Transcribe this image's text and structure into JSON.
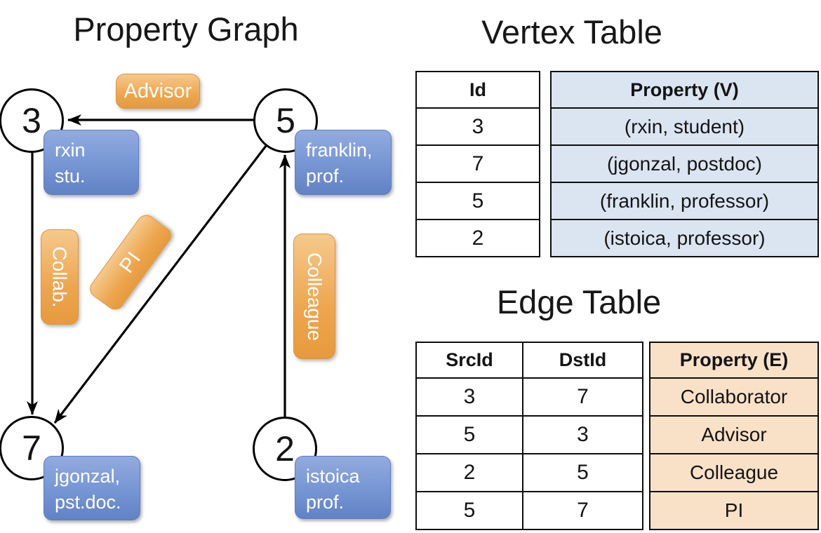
{
  "graph": {
    "title": "Property Graph",
    "nodes": [
      {
        "id": "3",
        "label_line1": "rxin",
        "label_line2": "stu."
      },
      {
        "id": "5",
        "label_line1": "franklin,",
        "label_line2": "prof."
      },
      {
        "id": "7",
        "label_line1": "jgonzal,",
        "label_line2": "pst.doc."
      },
      {
        "id": "2",
        "label_line1": "istoica",
        "label_line2": "prof."
      }
    ],
    "edge_labels": {
      "advisor": "Advisor",
      "collab": "Collab.",
      "pi": "PI",
      "colleague": "Colleague"
    }
  },
  "vertex_table": {
    "title": "Vertex Table",
    "columns": {
      "id": "Id",
      "property": "Property (V)"
    },
    "rows": [
      {
        "id": "3",
        "property": "(rxin, student)"
      },
      {
        "id": "7",
        "property": "(jgonzal, postdoc)"
      },
      {
        "id": "5",
        "property": "(franklin, professor)"
      },
      {
        "id": "2",
        "property": "(istoica, professor)"
      }
    ]
  },
  "edge_table": {
    "title": "Edge Table",
    "columns": {
      "src": "SrcId",
      "dst": "DstId",
      "property": "Property (E)"
    },
    "rows": [
      {
        "src": "3",
        "dst": "7",
        "property": "Collaborator"
      },
      {
        "src": "5",
        "dst": "3",
        "property": "Advisor"
      },
      {
        "src": "2",
        "dst": "5",
        "property": "Colleague"
      },
      {
        "src": "5",
        "dst": "7",
        "property": "PI"
      }
    ]
  },
  "colors": {
    "edge_label_orange": "#eda64f",
    "vertex_label_blue": "#7a99d6",
    "vertex_table_fill": "#dbe5f2",
    "edge_table_fill": "#f9e1c8",
    "line_black": "#000000"
  }
}
